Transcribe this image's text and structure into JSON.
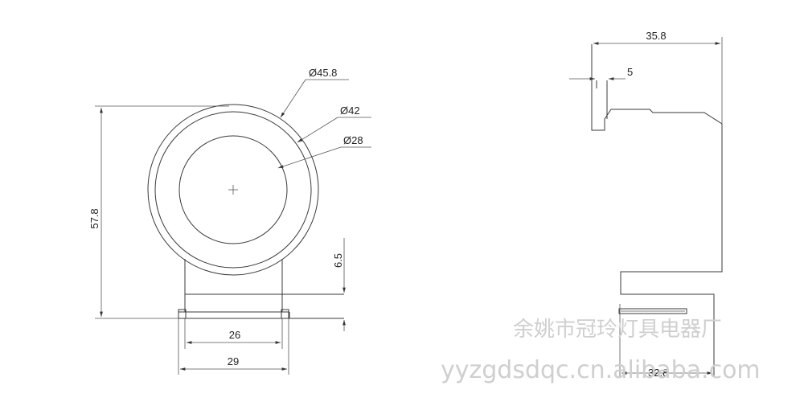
{
  "front_view": {
    "outer_diameter_label": "Ø45.8",
    "middle_diameter_label": "Ø42",
    "inner_diameter_label": "Ø28",
    "height_label": "57.8",
    "base_height_label": "6.5",
    "inner_width_label": "26",
    "outer_width_label": "29"
  },
  "side_view": {
    "total_depth_label": "35.8",
    "flange_label": "5",
    "bottom_depth_label": "32.8"
  },
  "watermark": {
    "company": "余姚市冠玲灯具电器厂",
    "url": "yyzgdsdqc.cn.alibaba.com"
  }
}
